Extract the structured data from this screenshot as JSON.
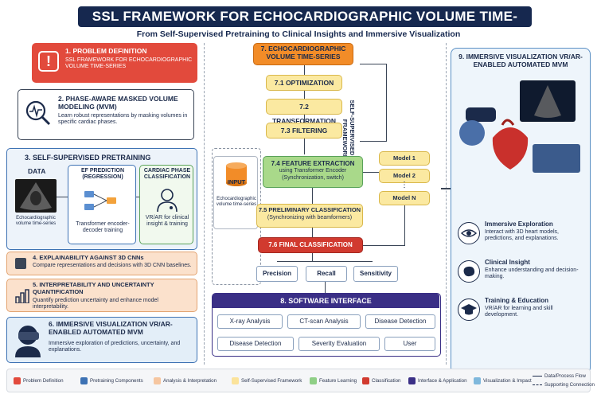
{
  "header": {
    "title": "SSL FRAMEWORK FOR ECHOCARDIOGRAPHIC VOLUME TIME-SERIES",
    "subtitle": "From Self-Supervised Pretraining to Clinical Insights and Immersive Visualization"
  },
  "left": {
    "problem": {
      "title": "1. PROBLEM DEFINITION",
      "body": "SSL FRAMEWORK FOR ECHOCARDIOGRAPHIC VOLUME TIME-SERIES"
    },
    "mvm": {
      "title": "2. PHASE-AWARE MASKED VOLUME MODELING (MVM)",
      "body": "Learn robust representations by masking volumes in specific cardiac phases."
    },
    "pretraining": {
      "title": "3. SELF-SUPERVISED PRETRAINING",
      "data_label": "DATA",
      "data_caption": "Echocardiographic volume time-series",
      "ef_title": "EF PREDICTION (REGRESSION)",
      "ef_caption": "Transformer encoder-decoder training",
      "phase_title": "CARDIAC PHASE CLASSIFICATION",
      "phase_caption": "VR/AR for clinical insight & training"
    },
    "explain": {
      "title": "4. EXPLAINABILITY AGAINST 3D CNNs",
      "body": "Compare representations and decisions with 3D CNN baselines."
    },
    "interp": {
      "title": "5. INTERPRETABILITY AND UNCERTAINTY QUANTIFICATION",
      "body": "Quantify prediction uncertainty and enhance model interpretability."
    },
    "immersive": {
      "title": "6. IMMERSIVE VISUALIZATION VR/AR-ENABLED AUTOMATED MVM",
      "body": "Immersive exploration of predictions, uncertainty, and explanations."
    }
  },
  "middle": {
    "top": "7. ECHOCARDIOGRAPHIC VOLUME TIME-SERIES",
    "s71": "7.1  OPTIMIZATION",
    "s72": "7.2  TRANSFORMATION",
    "s73": "7.3  FILTERING",
    "vertical_label": "SELF-SUPERVISED MODEL FRAMEWORK",
    "input_label": "INPUT",
    "input_caption": "Echocardiographic volume time-series",
    "s74_title": "7.4  FEATURE EXTRACTION",
    "s74_body": "using Transformer Encoder (Synchronization, switch)",
    "models": [
      "Model 1",
      "Model 2",
      "Model N"
    ],
    "models_dots": "⋮",
    "s75_title": "7.5 PRELIMINARY CLASSIFICATION",
    "s75_body": "(Synchronizing with beamformers)",
    "s76": "7.6 FINAL CLASSIFICATION",
    "metrics": [
      "Precision",
      "Recall",
      "Sensitivity"
    ],
    "software": {
      "title": "8.  SOFTWARE INTERFACE",
      "row1": [
        "X-ray Analysis",
        "CT-scan Analysis",
        "Disease Detection"
      ],
      "row2": [
        "Disease Detection",
        "Severity Evaluation",
        "User"
      ]
    }
  },
  "right": {
    "title": "9. IMMERSIVE VISUALIZATION VR/AR-ENABLED AUTOMATED MVM",
    "items": [
      {
        "title": "Immersive Exploration",
        "body": "Interact with 3D heart models, predictions, and explanations.",
        "icon": "eye-icon"
      },
      {
        "title": "Clinical Insight",
        "body": "Enhance understanding and decision-making.",
        "icon": "brain-icon"
      },
      {
        "title": "Training & Education",
        "body": "VR/AR for learning and skill development.",
        "icon": "graduation-cap-icon"
      }
    ]
  },
  "legend": [
    {
      "label": "Problem Definition",
      "color": "#e24a3c"
    },
    {
      "label": "Pretraining Components",
      "color": "#3d72b4"
    },
    {
      "label": "Analysis & Interpretation",
      "color": "#f6c6a0"
    },
    {
      "label": "Self-Supervised Framework",
      "color": "#fbe39b"
    },
    {
      "label": "Feature Learning",
      "color": "#8fcf86"
    },
    {
      "label": "Classification",
      "color": "#d13a2f"
    },
    {
      "label": "Interface & Application",
      "color": "#3a2f86"
    },
    {
      "label": "Visualization & Impact",
      "color": "#7fb8dc"
    }
  ],
  "legend_lines": [
    "Data/Process Flow",
    "Supporting Connection"
  ],
  "colors": {
    "navy": "#16284f",
    "red": "#e24a3c",
    "orange": "#f28c28",
    "yellow": "#fbe9a1",
    "green": "#a9d98a",
    "purple": "#3a2f86"
  }
}
